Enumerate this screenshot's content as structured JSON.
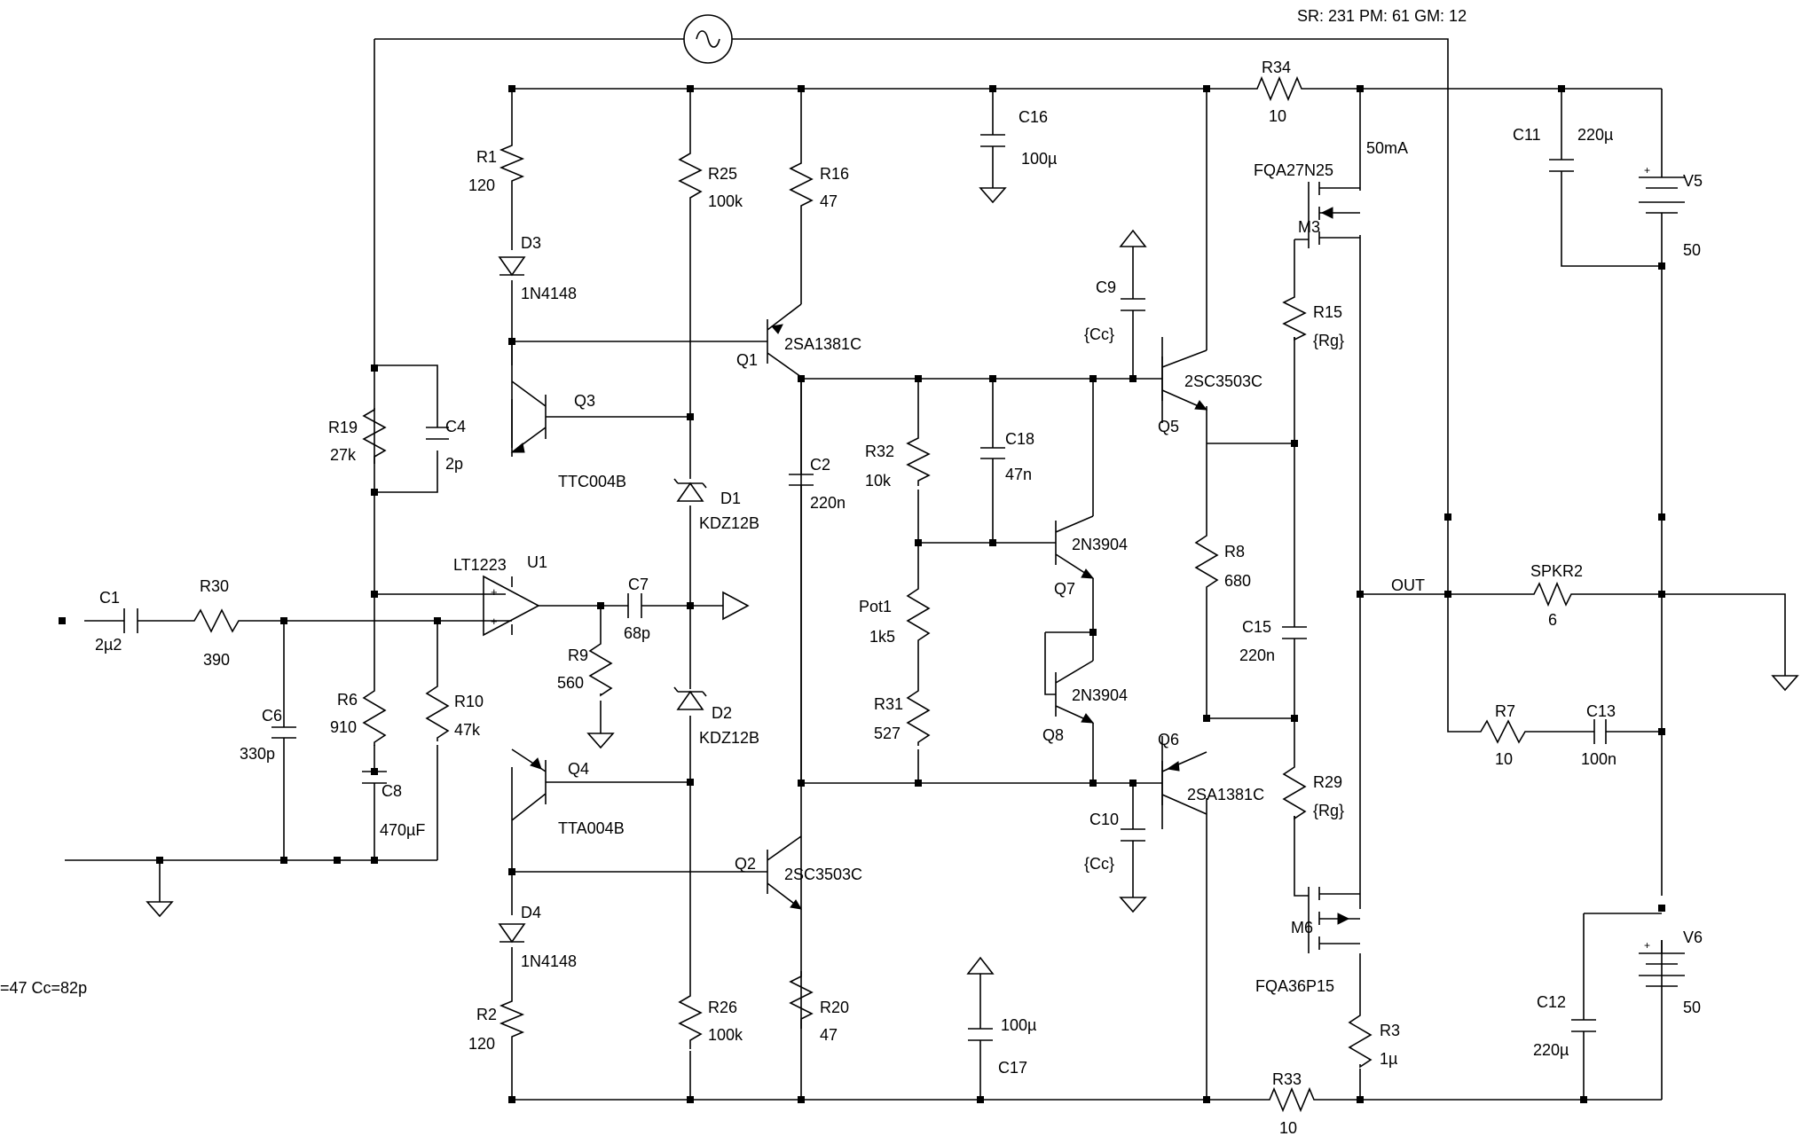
{
  "header": {
    "status": "SR: 231 PM: 61 GM: 12"
  },
  "side_note": "=47 Cc=82p",
  "components": {
    "R1": {
      "name": "R1",
      "value": "120"
    },
    "R2": {
      "name": "R2",
      "value": "120"
    },
    "R3": {
      "name": "R3",
      "value": "1µ"
    },
    "R6": {
      "name": "R6",
      "value": "910"
    },
    "R7": {
      "name": "R7",
      "value": "10"
    },
    "R8": {
      "name": "R8",
      "value": "680"
    },
    "R9": {
      "name": "R9",
      "value": "560"
    },
    "R10": {
      "name": "R10",
      "value": "47k"
    },
    "R15": {
      "name": "R15",
      "value": "{Rg}"
    },
    "R16": {
      "name": "R16",
      "value": "47"
    },
    "R19": {
      "name": "R19",
      "value": "27k"
    },
    "R20": {
      "name": "R20",
      "value": "47"
    },
    "R25": {
      "name": "R25",
      "value": "100k"
    },
    "R26": {
      "name": "R26",
      "value": "100k"
    },
    "R29": {
      "name": "R29",
      "value": "{Rg}"
    },
    "R30": {
      "name": "R30",
      "value": "390"
    },
    "R31": {
      "name": "R31",
      "value": "527"
    },
    "R32": {
      "name": "R32",
      "value": "10k"
    },
    "R33": {
      "name": "R33",
      "value": "10"
    },
    "R34": {
      "name": "R34",
      "value": "10"
    },
    "Pot1": {
      "name": "Pot1",
      "value": "1k5"
    },
    "C1": {
      "name": "C1",
      "value": "2µ2"
    },
    "C2": {
      "name": "C2",
      "value": "220n"
    },
    "C4": {
      "name": "C4",
      "value": "2p"
    },
    "C6": {
      "name": "C6",
      "value": "330p"
    },
    "C7": {
      "name": "C7",
      "value": "68p"
    },
    "C8": {
      "name": "C8",
      "value": "470µF"
    },
    "C9": {
      "name": "C9",
      "value": "{Cc}"
    },
    "C10": {
      "name": "C10",
      "value": "{Cc}"
    },
    "C11": {
      "name": "C11",
      "value": "220µ"
    },
    "C12": {
      "name": "C12",
      "value": "220µ"
    },
    "C13": {
      "name": "C13",
      "value": "100n"
    },
    "C15": {
      "name": "C15",
      "value": "220n"
    },
    "C16": {
      "name": "C16",
      "value": "100µ"
    },
    "C17": {
      "name": "C17",
      "value": "100µ"
    },
    "C18": {
      "name": "C18",
      "value": "47n"
    },
    "D1": {
      "name": "D1",
      "value": "KDZ12B"
    },
    "D2": {
      "name": "D2",
      "value": "KDZ12B"
    },
    "D3": {
      "name": "D3",
      "value": "1N4148"
    },
    "D4": {
      "name": "D4",
      "value": "1N4148"
    },
    "Q1": {
      "name": "Q1",
      "value": "2SA1381C"
    },
    "Q2": {
      "name": "Q2",
      "value": "2SC3503C"
    },
    "Q3": {
      "name": "Q3",
      "value": "TTC004B"
    },
    "Q4": {
      "name": "Q4",
      "value": "TTA004B"
    },
    "Q5": {
      "name": "Q5",
      "value": "2SC3503C"
    },
    "Q6": {
      "name": "Q6",
      "value": "2SA1381C"
    },
    "Q7": {
      "name": "Q7",
      "value": "2N3904"
    },
    "Q8": {
      "name": "Q8",
      "value": "2N3904"
    },
    "M3": {
      "name": "M3",
      "value": "FQA27N25"
    },
    "M6": {
      "name": "M6",
      "value": "FQA36P15"
    },
    "U1": {
      "name": "U1",
      "value": "LT1223"
    },
    "V5": {
      "name": "V5",
      "value": "50"
    },
    "V6": {
      "name": "V6",
      "value": "50"
    },
    "SPKR2": {
      "name": "SPKR2",
      "value": "6"
    }
  },
  "annotations": {
    "bias_current": "50mA",
    "out_net": "OUT"
  },
  "icons": {
    "ground": "ground-icon",
    "ac_source": "ac-source-icon"
  }
}
